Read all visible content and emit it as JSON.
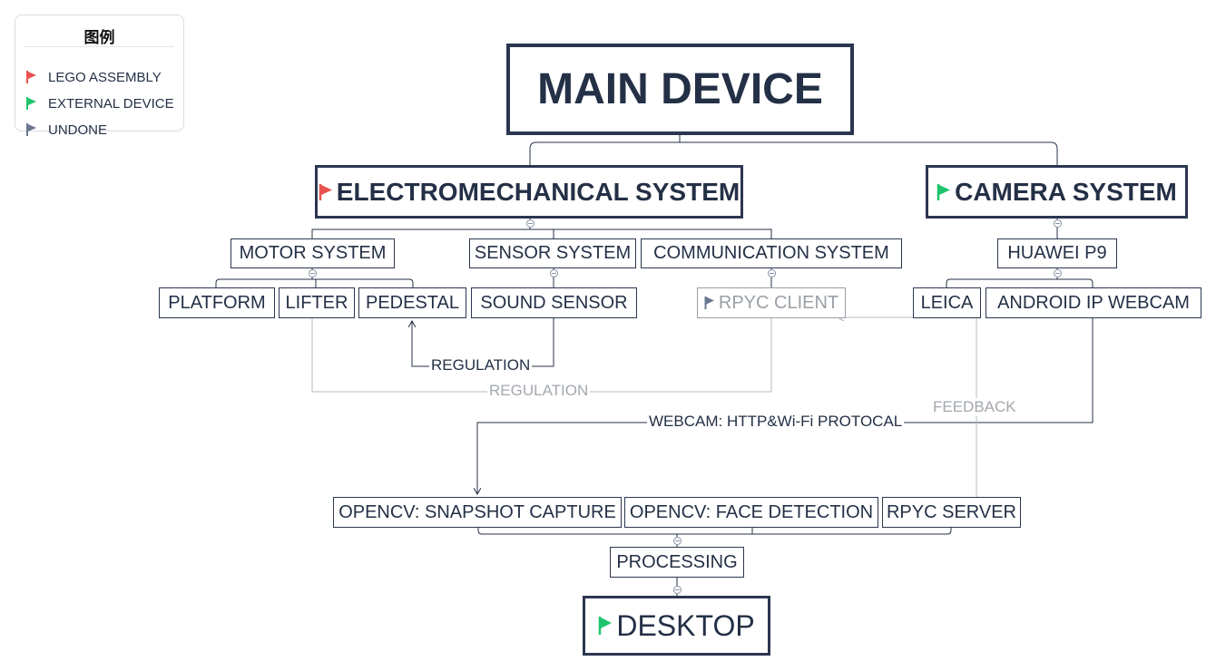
{
  "legend": {
    "title": "图例",
    "items": [
      {
        "label": "LEGO ASSEMBLY",
        "color": "#e8534f"
      },
      {
        "label": "EXTERNAL DEVICE",
        "color": "#1ec46b"
      },
      {
        "label": "UNDONE",
        "color": "#6b7891"
      }
    ]
  },
  "nodes": {
    "main_device": "MAIN DEVICE",
    "electromechanical": "ELECTROMECHANICAL SYSTEM",
    "camera_system": "CAMERA SYSTEM",
    "motor_system": "MOTOR SYSTEM",
    "sensor_system": "SENSOR SYSTEM",
    "communication_system": "COMMUNICATION SYSTEM",
    "huawei_p9": "HUAWEI P9",
    "platform": "PLATFORM",
    "lifter": "LIFTER",
    "pedestal": "PEDESTAL",
    "sound_sensor": "SOUND SENSOR",
    "rpyc_client": "RPYC CLIENT",
    "leica": "LEICA",
    "android_ip_webcam": "ANDROID IP WEBCAM",
    "snapshot_capture": "OPENCV: SNAPSHOT CAPTURE",
    "face_detection": "OPENCV: FACE DETECTION",
    "rpyc_server": "RPYC SERVER",
    "processing": "PROCESSING",
    "desktop": "DESKTOP"
  },
  "relations": {
    "regulation_dark": "REGULATION",
    "regulation_gray": "REGULATION",
    "feedback": "FEEDBACK",
    "webcam_protocol": "WEBCAM: HTTP&Wi-Fi PROTOCAL"
  },
  "flags": {
    "electromechanical": "lego-assembly",
    "camera_system": "external-device",
    "rpyc_client": "undone",
    "desktop": "external-device"
  }
}
